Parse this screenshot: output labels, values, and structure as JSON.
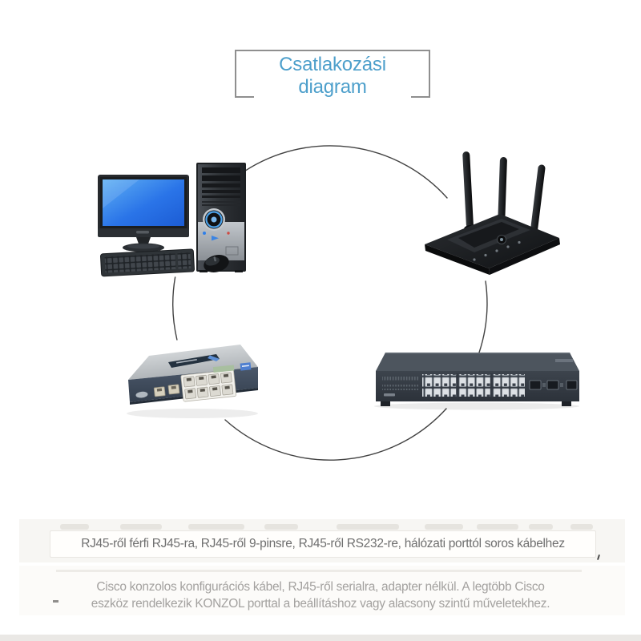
{
  "title_box": {
    "line1": "Csatlakozási",
    "line2": "diagram"
  },
  "captions": {
    "cable_types": "RJ45-ről férfi RJ45-ra, RJ45-ről 9-pinsre, RJ45-ről RS232-re, hálózati porttól soros kábelhez",
    "description_line1": "Cisco konzolos konfigurációs kábel, RJ45-ről serialra, adapter nélkül. A legtöbb Cisco",
    "description_line2": "eszköz rendelkezik KONZOL porttal a beállításhoz vagy alacsony szintű műveletekhez."
  },
  "diagram": {
    "devices": [
      "desktop-computer",
      "wireless-router",
      "console-router",
      "network-switch"
    ],
    "connector": "circle"
  },
  "colors": {
    "accent_blue": "#4d9fcb",
    "box_border": "#8f8f8f",
    "circle_stroke": "#2e2e2e",
    "caption_primary": "#6f6f6f",
    "caption_secondary": "#a3a19f",
    "band_bg": "#f7f6f3",
    "bottom_strip": "#eae8e5"
  }
}
